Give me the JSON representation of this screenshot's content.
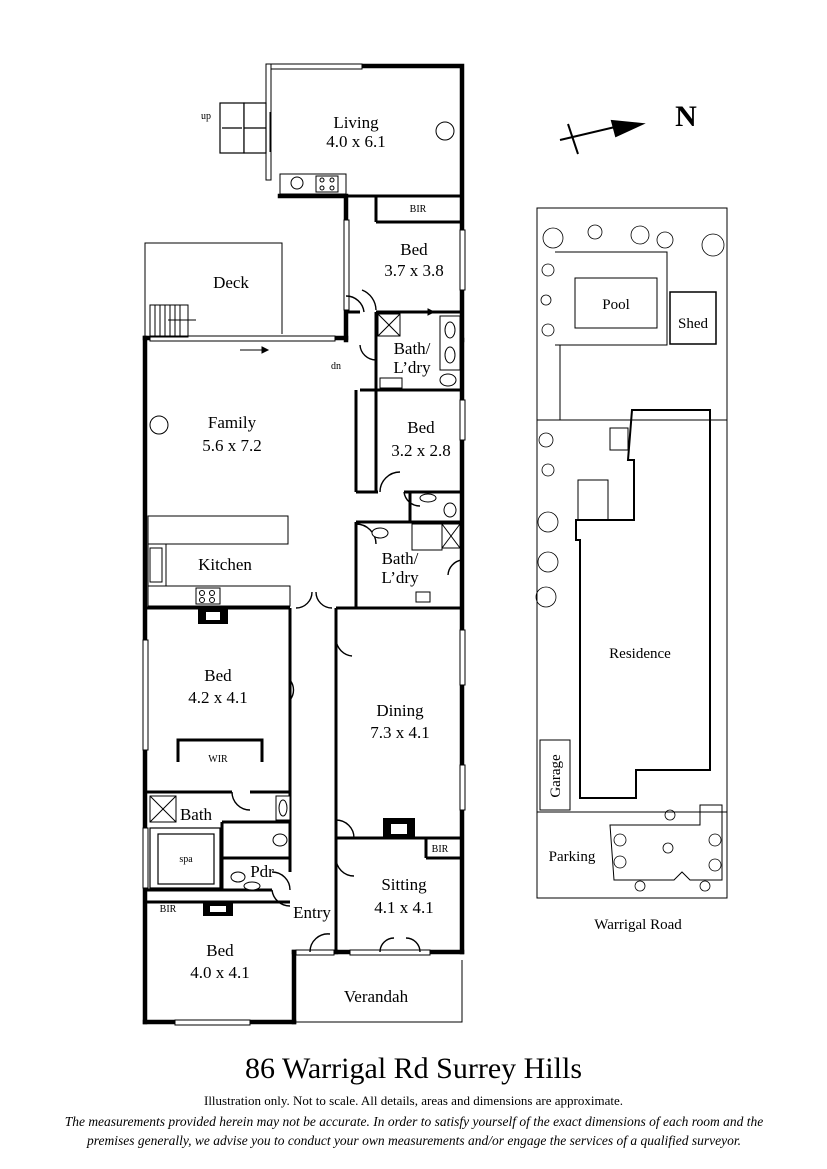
{
  "plan": {
    "north_label": "N",
    "up_label": "up",
    "down_label": "dn",
    "rooms": {
      "living": {
        "name": "Living",
        "dims": "4.0 x 6.1"
      },
      "bir_top": {
        "name": "BIR"
      },
      "bed_top": {
        "name": "Bed",
        "dims": "3.7 x 3.8"
      },
      "deck": {
        "name": "Deck"
      },
      "bath_laundry_upper": {
        "name_line1": "Bath/",
        "name_line2": "L’dry"
      },
      "family": {
        "name": "Family",
        "dims": "5.6 x 7.2"
      },
      "bed_mid": {
        "name": "Bed",
        "dims": "3.2 x 2.8"
      },
      "kitchen": {
        "name": "Kitchen"
      },
      "bath_laundry_lower": {
        "name_line1": "Bath/",
        "name_line2": "L’dry"
      },
      "bed_left": {
        "name": "Bed",
        "dims": "4.2 x 4.1"
      },
      "wir": {
        "name": "WIR"
      },
      "dining": {
        "name": "Dining",
        "dims": "7.3 x 4.1"
      },
      "bath": {
        "name": "Bath"
      },
      "spa": {
        "name": "spa"
      },
      "pdr": {
        "name": "Pdr"
      },
      "bir_sitting": {
        "name": "BIR"
      },
      "sitting": {
        "name": "Sitting",
        "dims": "4.1 x 4.1"
      },
      "bir_bottom": {
        "name": "BIR"
      },
      "entry": {
        "name": "Entry"
      },
      "bed_bottom": {
        "name": "Bed",
        "dims": "4.0 x 4.1"
      },
      "verandah": {
        "name": "Verandah"
      }
    }
  },
  "site": {
    "pool": "Pool",
    "shed": "Shed",
    "residence": "Residence",
    "garage": "Garage",
    "parking": "Parking",
    "road": "Warrigal Road"
  },
  "footer": {
    "title": "86 Warrigal Rd Surrey Hills",
    "note": "Illustration only. Not to scale. All details, areas and dimensions are approximate.",
    "disclaimer_line1": "The measurements provided herein may not be accurate. In order to satisfy yourself of the exact dimensions of each room and the",
    "disclaimer_line2": "premises generally, we advise you to conduct your own measurements and/or engage the services of a qualified surveyor."
  }
}
